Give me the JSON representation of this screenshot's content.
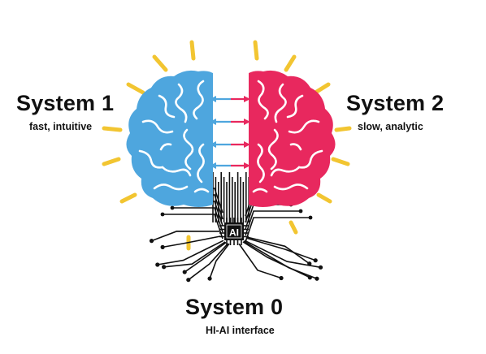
{
  "systems": {
    "one": {
      "title": "System 1",
      "subtitle": "fast, intuitive"
    },
    "two": {
      "title": "System 2",
      "subtitle": "slow, analytic"
    },
    "zero": {
      "title": "System 0",
      "subtitle": "HI-AI interface"
    }
  },
  "chip": {
    "label": "AI"
  },
  "colors": {
    "left_hemisphere": "#4ea6de",
    "right_hemisphere": "#e8285e",
    "rays": "#f2c531",
    "circuit": "#111111",
    "arrow_left": "#4ea6de",
    "arrow_right": "#e8285e"
  },
  "icons": [
    "brain-left-hemisphere-icon",
    "brain-right-hemisphere-icon",
    "ai-chip-icon",
    "circuit-icon",
    "bidirectional-arrow-icon",
    "sun-ray-icon"
  ]
}
